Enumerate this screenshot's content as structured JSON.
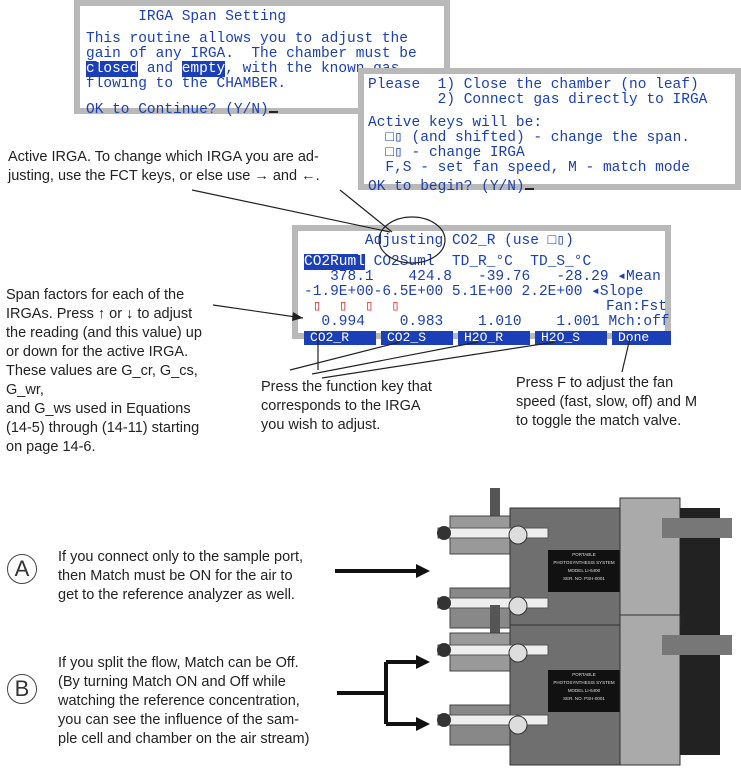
{
  "screen1": {
    "title": "      IRGA Span Setting",
    "line1": "This routine allows you to adjust the",
    "line2": "gain of any IRGA.  The chamber must be",
    "hl_closed": "closed",
    "mid_and": " and ",
    "hl_empty": "empty",
    "tail3": ", with the known gas",
    "line4": "flowing to the CHAMBER.",
    "prompt": "OK to Continue? (Y/N)"
  },
  "screen2": {
    "line1": "Please  1) Close the chamber (no leaf)",
    "line2": "        2) Connect gas directly to IRGA",
    "line3": "Active keys will be:",
    "line4": "  □▯ (and shifted) - change the span.",
    "line5": "  □▯ - change IRGA",
    "line6": "  F,S - set fan speed, M - match mode",
    "prompt": "OK to begin? (Y/N)"
  },
  "screen3": {
    "title_pre": "       Adjusting ",
    "title_irga": "CO2_R",
    "title_post": " (use □▯)",
    "col1": "CO2Ruml",
    "cols_rest": " CO2Suml  TD_R_°C  TD_S_°C",
    "mean_row": "   378.1    424.8   -39.76   -28.29",
    "mean_label": " ◂Mean",
    "slope_row": "-1.9E+00-6.5E+00 5.1E+00 2.2E+00",
    "slope_label": " ◂Slope",
    "fan_label": "Fan:Fst",
    "red_marks": " ▯  ▯  ▯  ▯",
    "factor_row": "  0.994    0.983    1.010    1.001",
    "match_label": " Mch:off",
    "keys": [
      "CO2_R",
      "CO2_S",
      "H2O_R",
      "H2O_S",
      "Done"
    ]
  },
  "captions": {
    "active_irga": [
      "Active IRGA. To change which IRGA you are ad-",
      "justing, use the FCT keys, or else use → and ←."
    ],
    "span_factors": [
      "Span factors for each of the",
      "IRGAs. Press ↑ or ↓ to adjust",
      "the reading (and this value) up",
      "or down for the active IRGA.",
      "These values are G_cr, G_cs, G_wr,",
      "and G_ws used in Equations",
      "(14-5) through (14-11) starting",
      "on page 14-6."
    ],
    "function_key": [
      "Press the function key that",
      "corresponds to the IRGA",
      "you wish to adjust."
    ],
    "fan_key": [
      "Press F to adjust the fan",
      "speed (fast, slow, off) and M",
      "to toggle the match valve."
    ],
    "a_label": "A",
    "a_text": [
      "If you connect only to the sample port,",
      "then Match must be ON for the air to",
      "get to the reference analyzer as well."
    ],
    "b_label": "B",
    "b_text": [
      "If you split the flow, Match can be Off.",
      "(By turning Match ON and Off while",
      "watching the reference concentration,",
      "you can see the influence of the sam-",
      "ple cell and chamber on the air stream)"
    ]
  },
  "device_plate": {
    "line1": "PORTABLE",
    "line2": "PHOTOSYNTHESIS SYSTEM",
    "line3": "MODEL  LI-6400",
    "line4": "SER. NO.  PSH-0001"
  }
}
